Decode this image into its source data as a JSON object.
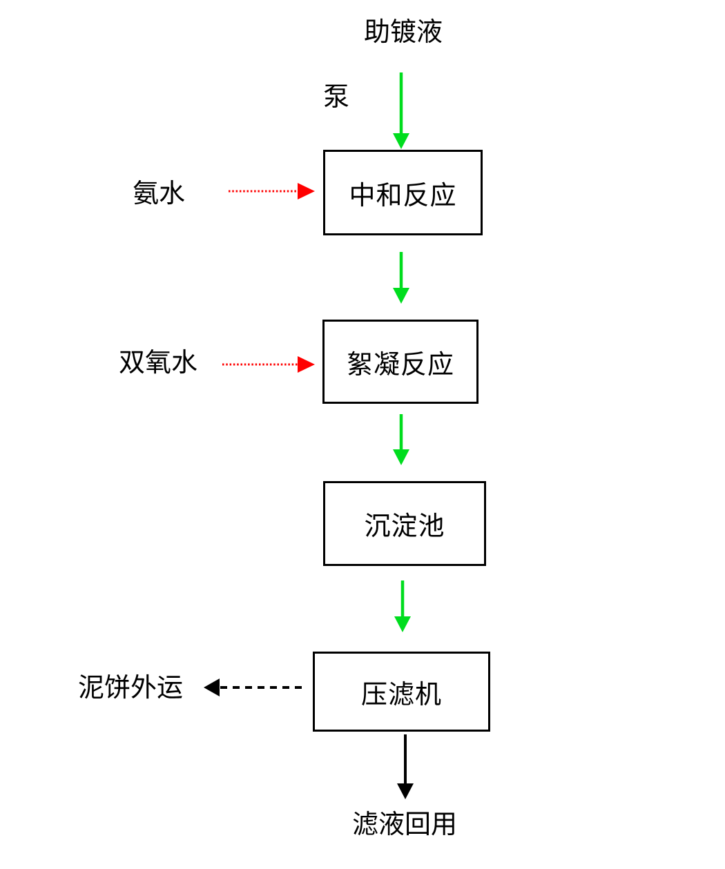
{
  "diagram": {
    "source_label": "助镀液",
    "pump_label": "泵",
    "nodes": [
      {
        "id": "neutralization",
        "label": "中和反应"
      },
      {
        "id": "flocculation",
        "label": "絮凝反应"
      },
      {
        "id": "sedimentation",
        "label": "沉淀池"
      },
      {
        "id": "filter-press",
        "label": "压滤机"
      }
    ],
    "side_inputs": [
      {
        "label": "氨水",
        "target": "中和反应",
        "style": "red-dotted-arrow"
      },
      {
        "label": "双氧水",
        "target": "絮凝反应",
        "style": "red-dotted-arrow"
      }
    ],
    "side_output": {
      "label": "泥饼外运",
      "source": "压滤机",
      "style": "black-dashed-arrow"
    },
    "final_output": {
      "label": "滤液回用",
      "source": "压滤机",
      "style": "black-solid-arrow"
    },
    "edges": [
      {
        "from": "助镀液",
        "to": "中和反应",
        "via": "泵",
        "style": "green-solid-arrow"
      },
      {
        "from": "中和反应",
        "to": "絮凝反应",
        "style": "green-solid-arrow"
      },
      {
        "from": "絮凝反应",
        "to": "沉淀池",
        "style": "green-solid-arrow"
      },
      {
        "from": "沉淀池",
        "to": "压滤机",
        "style": "green-solid-arrow"
      },
      {
        "from": "氨水",
        "to": "中和反应",
        "style": "red-dotted-arrow"
      },
      {
        "from": "双氧水",
        "to": "絮凝反应",
        "style": "red-dotted-arrow"
      },
      {
        "from": "压滤机",
        "to": "泥饼外运",
        "style": "black-dashed-arrow"
      },
      {
        "from": "压滤机",
        "to": "滤液回用",
        "style": "black-solid-arrow"
      }
    ]
  },
  "colors": {
    "flow_green": "#00DD1E",
    "dosing_red": "#FF0000",
    "line_black": "#000000"
  }
}
